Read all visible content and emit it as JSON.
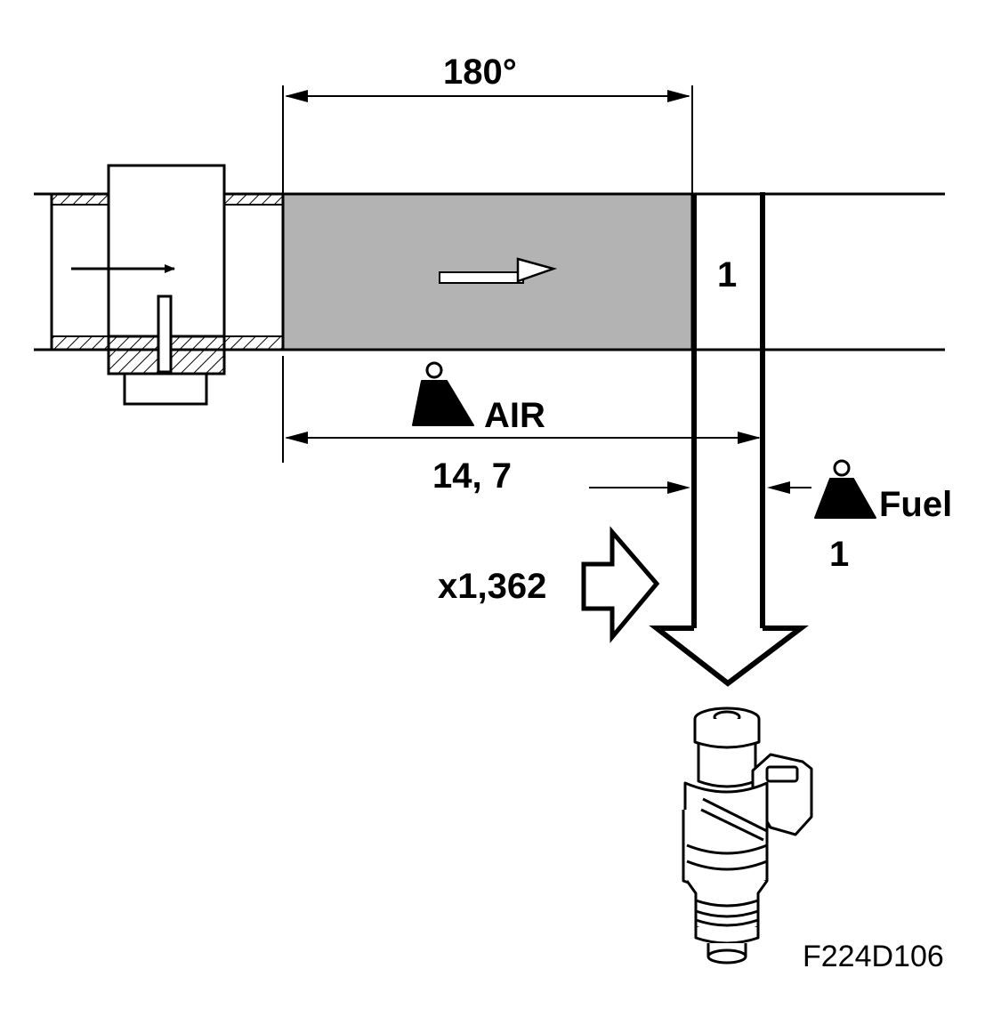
{
  "labels": {
    "angle": "180°",
    "pulse_ratio": "1",
    "air": "AIR",
    "air_ratio": "14, 7",
    "fuel": "Fuel",
    "fuel_ratio": "1",
    "multiplier": "x1,362",
    "figure_code": "F224D106"
  },
  "colors": {
    "line": "#000000",
    "air_charge": "#b3b3b3",
    "background": "#ffffff"
  },
  "icons": {
    "weight": "weight-icon",
    "injector": "fuel-injector-icon",
    "flow_arrow": "flow-arrow-icon",
    "hollow_arrow": "hollow-arrow-icon"
  }
}
